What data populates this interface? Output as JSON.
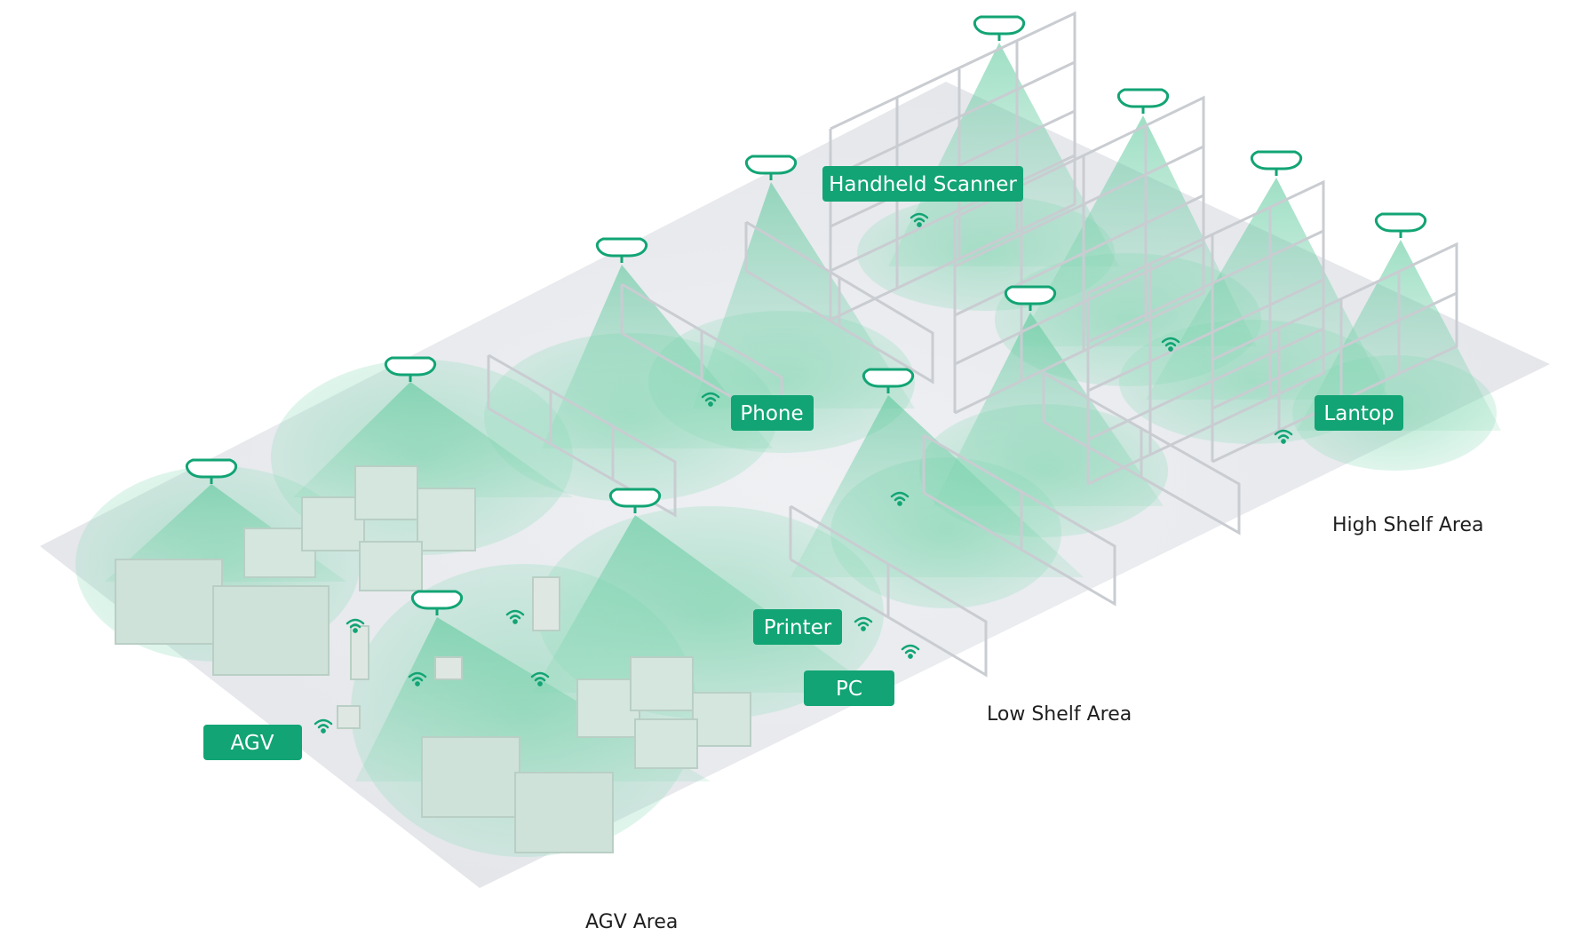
{
  "colors": {
    "accent": "#12a474",
    "beam": "#6fcfa6",
    "floor": "#e9ebee",
    "box": "#cfe2da",
    "shelf": "#c9ccd1"
  },
  "device_labels": {
    "handheld_scanner": "Handheld Scanner",
    "phone": "Phone",
    "lantop": "Lantop",
    "printer": "Printer",
    "pc": "PC",
    "agv": "AGV"
  },
  "area_labels": {
    "high_shelf": "High Shelf Area",
    "low_shelf": "Low Shelf Area",
    "agv": "AGV Area"
  },
  "icons": {
    "access_point": "access-point-icon",
    "wifi": "wifi-icon"
  }
}
